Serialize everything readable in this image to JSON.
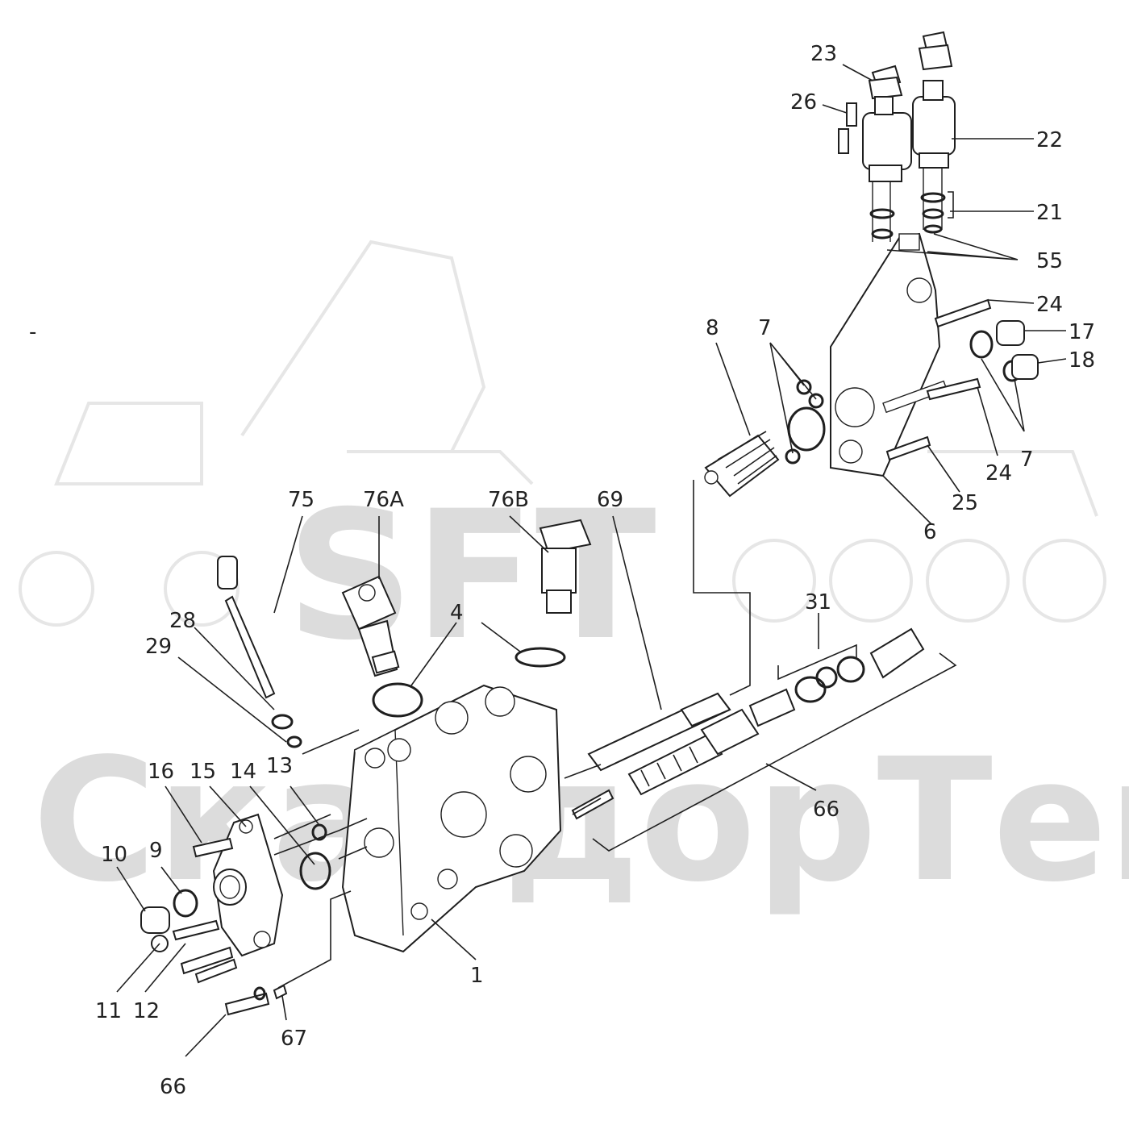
{
  "watermark": {
    "brand": "SFT",
    "company": "СкандорТек"
  },
  "callouts": [
    {
      "id": "c23",
      "text": "23"
    },
    {
      "id": "c26",
      "text": "26"
    },
    {
      "id": "c22",
      "text": "22"
    },
    {
      "id": "c21",
      "text": "21"
    },
    {
      "id": "c55",
      "text": "55"
    },
    {
      "id": "c24a",
      "text": "24"
    },
    {
      "id": "c17",
      "text": "17"
    },
    {
      "id": "c18",
      "text": "18"
    },
    {
      "id": "c8",
      "text": "8"
    },
    {
      "id": "c7a",
      "text": "7"
    },
    {
      "id": "c7b",
      "text": "7"
    },
    {
      "id": "c24b",
      "text": "24"
    },
    {
      "id": "c25",
      "text": "25"
    },
    {
      "id": "c6",
      "text": "6"
    },
    {
      "id": "c75",
      "text": "75"
    },
    {
      "id": "c76A",
      "text": "76A"
    },
    {
      "id": "c76B",
      "text": "76B"
    },
    {
      "id": "c69",
      "text": "69"
    },
    {
      "id": "c4",
      "text": "4"
    },
    {
      "id": "c28",
      "text": "28"
    },
    {
      "id": "c29",
      "text": "29"
    },
    {
      "id": "c31",
      "text": "31"
    },
    {
      "id": "c16",
      "text": "16"
    },
    {
      "id": "c15",
      "text": "15"
    },
    {
      "id": "c14",
      "text": "14"
    },
    {
      "id": "c13",
      "text": "13"
    },
    {
      "id": "c10",
      "text": "10"
    },
    {
      "id": "c9",
      "text": "9"
    },
    {
      "id": "c66a",
      "text": "66"
    },
    {
      "id": "c1",
      "text": "1"
    },
    {
      "id": "c11",
      "text": "11"
    },
    {
      "id": "c12",
      "text": "12"
    },
    {
      "id": "c67",
      "text": "67"
    },
    {
      "id": "c66b",
      "text": "66"
    }
  ],
  "stray_mark": "-"
}
